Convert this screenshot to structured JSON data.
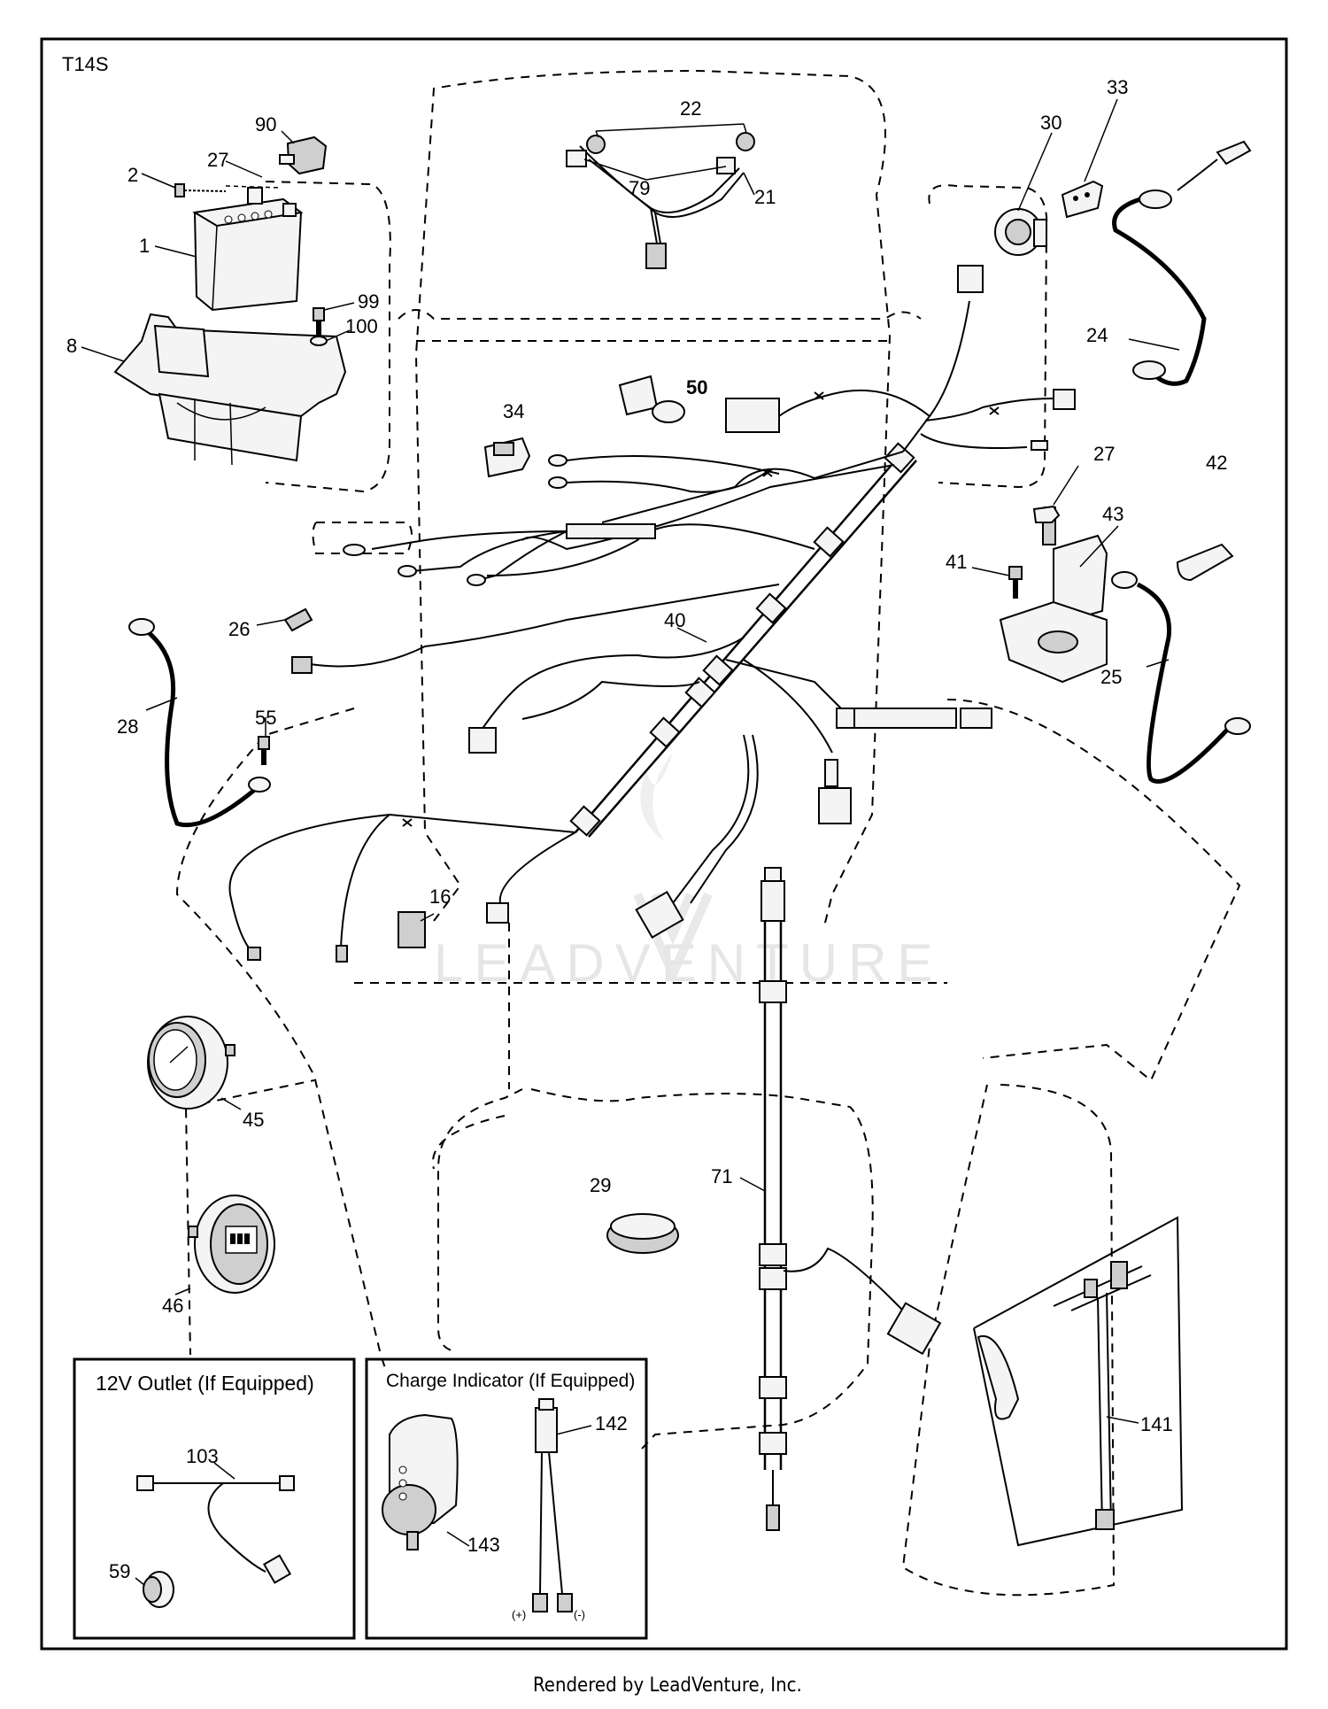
{
  "diagram_code": "T14S",
  "watermark": "LEADVENTURE",
  "footer": "Rendered by LeadVenture, Inc.",
  "insets": {
    "outlet_title": "12V Outlet (If Equipped)",
    "charge_title": "Charge Indicator (If Equipped)",
    "plus": "(+)",
    "minus": "(-)"
  },
  "callouts": [
    {
      "id": "c90",
      "text": "90"
    },
    {
      "id": "c2",
      "text": "2"
    },
    {
      "id": "c27a",
      "text": "27"
    },
    {
      "id": "c1",
      "text": "1"
    },
    {
      "id": "c99",
      "text": "99"
    },
    {
      "id": "c100",
      "text": "100"
    },
    {
      "id": "c8",
      "text": "8"
    },
    {
      "id": "c22",
      "text": "22"
    },
    {
      "id": "c79",
      "text": "79"
    },
    {
      "id": "c21",
      "text": "21"
    },
    {
      "id": "c30",
      "text": "30"
    },
    {
      "id": "c33",
      "text": "33"
    },
    {
      "id": "c24",
      "text": "24"
    },
    {
      "id": "c50",
      "text": "50"
    },
    {
      "id": "c34",
      "text": "34"
    },
    {
      "id": "c27b",
      "text": "27"
    },
    {
      "id": "c42",
      "text": "42"
    },
    {
      "id": "c43",
      "text": "43"
    },
    {
      "id": "c41",
      "text": "41"
    },
    {
      "id": "c26",
      "text": "26"
    },
    {
      "id": "c40",
      "text": "40"
    },
    {
      "id": "c25",
      "text": "25"
    },
    {
      "id": "c28",
      "text": "28"
    },
    {
      "id": "c55",
      "text": "55"
    },
    {
      "id": "c16",
      "text": "16"
    },
    {
      "id": "c45",
      "text": "45"
    },
    {
      "id": "c29",
      "text": "29"
    },
    {
      "id": "c71",
      "text": "71"
    },
    {
      "id": "c46",
      "text": "46"
    },
    {
      "id": "c141",
      "text": "141"
    },
    {
      "id": "c103",
      "text": "103"
    },
    {
      "id": "c59",
      "text": "59"
    },
    {
      "id": "c142",
      "text": "142"
    },
    {
      "id": "c143",
      "text": "143"
    }
  ]
}
